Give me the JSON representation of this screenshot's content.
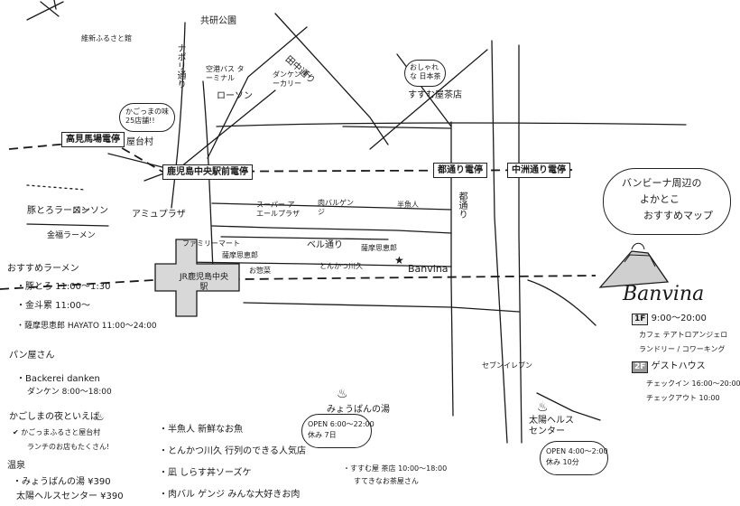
{
  "stations": {
    "takami": "高見馬場電停",
    "chuoekimae": "鹿児島中央駅前電停",
    "tenmonkan": "都通り電停",
    "nakasu": "中洲通り電停",
    "jr_station": "JR鹿児島中央駅"
  },
  "streets": {
    "napori": "ナポリ通り",
    "tanaka": "田中通り",
    "bell": "ベル通り",
    "miyako": "都通り"
  },
  "landmarks": {
    "park": "共研公園",
    "ishin": "維新ふるさと館",
    "rawson_top": "ローソン",
    "bus_terminal": "空港バス ターミナル",
    "dankerei": "ダンケン ベーカリー",
    "yatai_note": "かごっまの味 25店舗!!",
    "yatai": "屋台村",
    "sweets_cafe_note": "おしゃれな 日本茶",
    "sweets_cafe": "すすむ屋茶店",
    "butatoro": "豚とろラーメン",
    "rawson_left": "ローソン",
    "kinpuku": "金福ラーメン",
    "amu": "アミュプラザ",
    "familymart": "ファミリーマート",
    "satsuma": "薩摩思恵郎",
    "super": "スーパー アエールプラザ",
    "nikubar": "肉バルゲンジ",
    "hannya": "半魚人",
    "tonkatsu": "とんかつ川久",
    "satsuma2": "薩摩思恵郎",
    "okazuya": "お惣菜",
    "seven": "セブンイレブン",
    "miyoshi": "みょうばんの湯",
    "taiyo": "太陽ヘルスセンター",
    "banvina_marker": "Banvina"
  },
  "bubbles": {
    "miyoshi_hours": "OPEN 6:00〜22:00",
    "miyoshi_holiday": "休み 7日",
    "taiyo_hours": "OPEN 4:00〜2:00",
    "taiyo_holiday": "休み 10分"
  },
  "title": {
    "line1": "バンビーナ周辺の",
    "line2": "よかとこ",
    "line3": "おすすめマップ"
  },
  "banvina": {
    "logo": "Banvina",
    "floor1_label": "1F",
    "floor1_hours": "9:00〜20:00",
    "floor1_desc1": "カフェ テアトロアンジェロ",
    "floor1_desc2": "ランドリー / コワーキング",
    "floor2_label": "2F",
    "floor2_desc": "ゲストハウス",
    "checkin": "チェックイン 16:00〜20:00",
    "checkout": "チェックアウト 10:00"
  },
  "left_list": {
    "ramen_header": "おすすめラーメン",
    "ramen1": "・豚とろ 11:00〜1:30",
    "ramen2": "・金斗累 11:00〜",
    "ramen3": "・薩摩思恵郎 HAYATO 11:00〜24:00",
    "bread_header": "パン屋さん",
    "bread1": "・Backerei danken",
    "bread1b": "ダンケン 8:00〜18:00",
    "kagoshima_note": "かごしまの夜といえば",
    "yatai_note": "✔ かごっまふるさと屋台村",
    "ramen_note": "ランチのお店もたくさん!",
    "onsen_header": "温泉",
    "onsen1": "・みょうばんの湯 ¥390",
    "onsen2": "太陽ヘルスセンター ¥390"
  },
  "bottom_list": {
    "item1": "・半魚人 新鮮なお魚",
    "item2": "・とんかつ川久 行列のできる人気店",
    "item3": "・凪 しらす丼ソーズケ",
    "item4": "・肉バル ゲンジ みんな大好きお肉",
    "tea1": "・すすむ屋 茶店 10:00〜18:00",
    "tea2": "すてきなお茶屋さん"
  }
}
